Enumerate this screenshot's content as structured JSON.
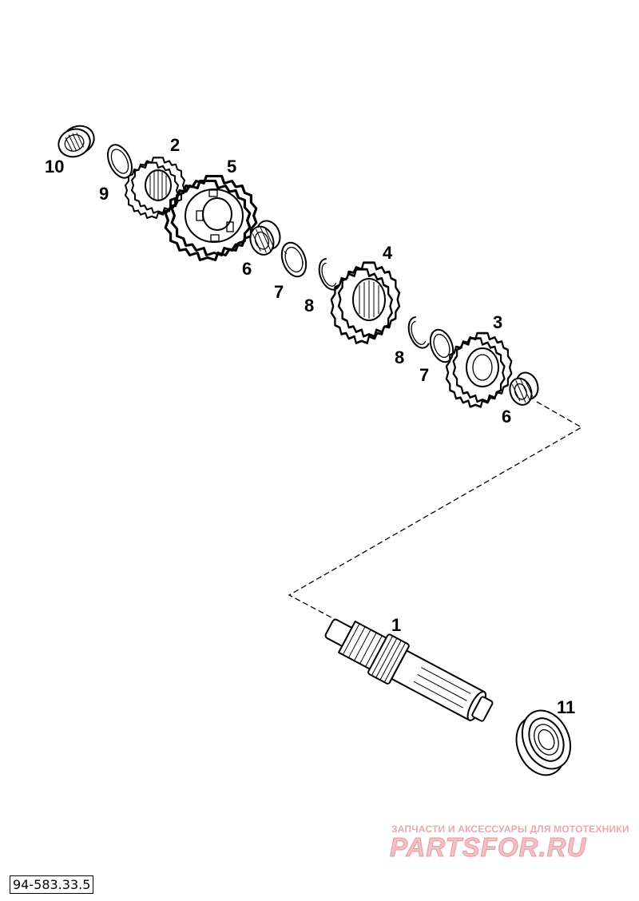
{
  "diagram": {
    "callouts": [
      {
        "id": "c1",
        "label": "1"
      },
      {
        "id": "c2",
        "label": "2"
      },
      {
        "id": "c3",
        "label": "3"
      },
      {
        "id": "c4",
        "label": "4"
      },
      {
        "id": "c5",
        "label": "5"
      },
      {
        "id": "c6a",
        "label": "6"
      },
      {
        "id": "c6b",
        "label": "6"
      },
      {
        "id": "c7a",
        "label": "7"
      },
      {
        "id": "c7b",
        "label": "7"
      },
      {
        "id": "c8a",
        "label": "8"
      },
      {
        "id": "c8b",
        "label": "8"
      },
      {
        "id": "c9",
        "label": "9"
      },
      {
        "id": "c10",
        "label": "10"
      },
      {
        "id": "c11",
        "label": "11"
      }
    ],
    "drawing_code": "94-583.33.5"
  },
  "watermark": {
    "tagline": "ЗАПЧАСТИ И АКСЕССУАРЫ ДЛЯ МОТОТЕХНИКИ",
    "brand": "PARTSFOR.RU"
  }
}
